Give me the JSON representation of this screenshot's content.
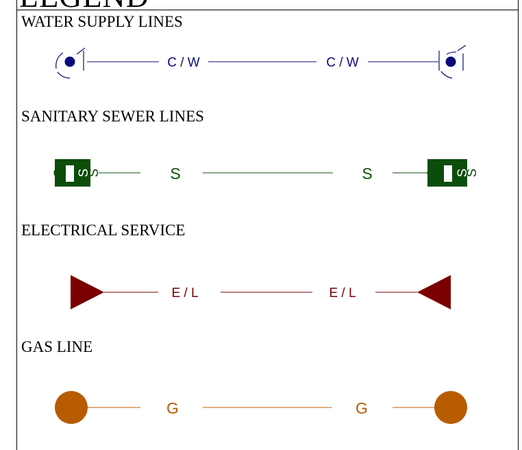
{
  "legend": {
    "title": "LEGEND",
    "sections": [
      {
        "heading": "WATER SUPPLY LINES",
        "line_label": "C / W",
        "color": "#0a0a7a",
        "symbol": "valve-icon"
      },
      {
        "heading": "SANITARY SEWER LINES",
        "line_label": "S",
        "end_symbol_text": "S",
        "color": "#0b4d0b",
        "symbol": "cleanout-icon"
      },
      {
        "heading": "ELECTRICAL SERVICE",
        "line_label": "E / L",
        "color": "#7a0000",
        "symbol": "triangle-icon"
      },
      {
        "heading": "GAS LINE",
        "line_label": "G",
        "color": "#b85c00",
        "symbol": "circle-icon"
      }
    ]
  }
}
